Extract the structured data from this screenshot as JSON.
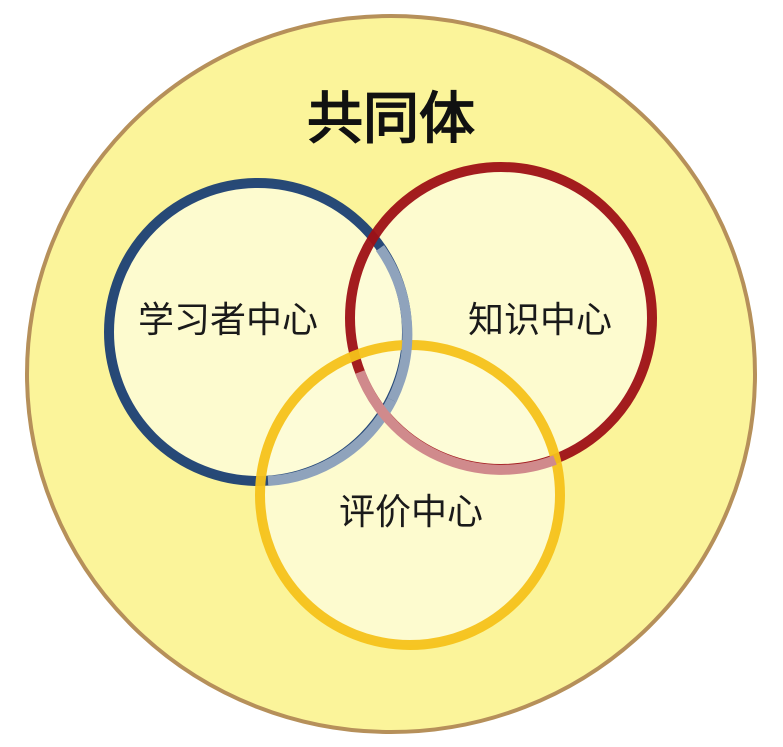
{
  "diagram": {
    "title": "共同体",
    "circles": {
      "learner": {
        "label": "学习者中心",
        "color": "#1b3f73"
      },
      "knowledge": {
        "label": "知识中心",
        "color": "#9e1015"
      },
      "assessment": {
        "label": "评价中心",
        "color": "#f6c21a"
      }
    },
    "outer_fill": "#fbf49a",
    "outer_stroke": "#b6905a",
    "inner_fill": "#fdfcd8"
  }
}
